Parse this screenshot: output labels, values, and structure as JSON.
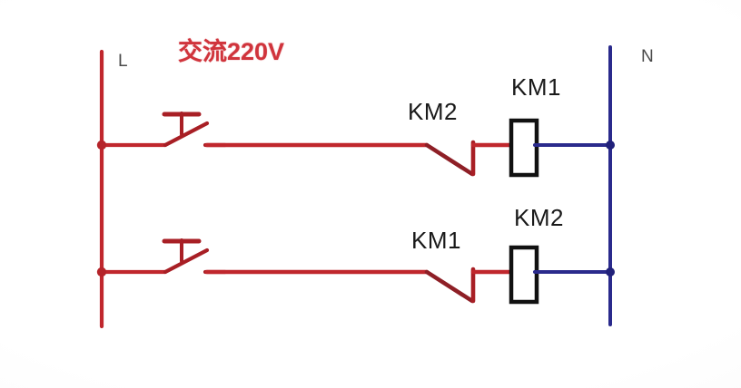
{
  "diagram": {
    "title": "交流220V",
    "title_color": "#d0343c",
    "background_color": "#fdfdfd",
    "line_color_live": "#c0272d",
    "line_color_neutral": "#2a2a8c",
    "coil_outline_color": "#111111",
    "rails": [
      {
        "name": "live-rail",
        "label": "L",
        "color": "#c0272d"
      },
      {
        "name": "neutral-rail",
        "label": "N",
        "color": "#2a2a8c"
      }
    ],
    "rungs": [
      {
        "name": "rung-top",
        "pushbutton_label": "",
        "contact_label": "KM2",
        "contact_type": "normally-closed",
        "coil_label": "KM1",
        "coil_type": "contactor-coil"
      },
      {
        "name": "rung-bottom",
        "pushbutton_label": "",
        "contact_label": "KM1",
        "contact_type": "normally-closed",
        "coil_label": "KM2",
        "coil_type": "contactor-coil"
      }
    ]
  }
}
